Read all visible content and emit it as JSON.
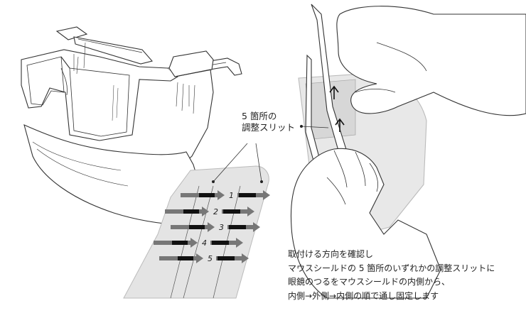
{
  "callout": {
    "line1": "5 箇所の",
    "line2": "調整スリット"
  },
  "instructions": {
    "lines": [
      "取付ける方向を確認し",
      "マウスシールドの 5 箇所のいずれかの調整スリットに",
      "眼鏡のつるをマウスシールドの内側から、",
      "内側→外側→内側の順で通し固定します"
    ]
  },
  "slits": {
    "numbers": [
      "1",
      "2",
      "3",
      "4",
      "5"
    ]
  },
  "icons": [
    "glasses-illustration",
    "mouth-shield-illustration",
    "hands-illustration",
    "arrow-icon"
  ],
  "colors": {
    "line": "#333333",
    "shield_fill": "#e6e6e6",
    "shield_dark": "#c9c9c9",
    "slit": "#111111",
    "arrow": "#777777"
  }
}
